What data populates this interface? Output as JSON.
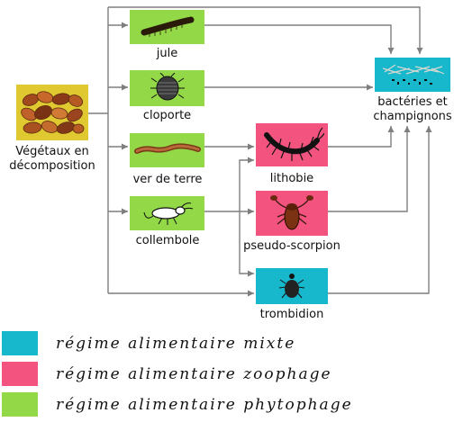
{
  "colors": {
    "mixte": "#17b7cc",
    "zoophage": "#f2547f",
    "phytophage": "#93d847",
    "source": "#e0c830",
    "arrow": "#7f7f7f"
  },
  "nodes": {
    "vegetaux": {
      "label_line1": "Végétaux en",
      "label_line2": "décomposition",
      "icon": "dead-leaves-icon"
    },
    "jule": {
      "label": "jule",
      "icon": "millipede-icon"
    },
    "cloporte": {
      "label": "cloporte",
      "icon": "woodlouse-icon"
    },
    "ver": {
      "label": "ver de terre",
      "icon": "earthworm-icon"
    },
    "collembole": {
      "label": "collembole",
      "icon": "springtail-icon"
    },
    "lithobie": {
      "label": "lithobie",
      "icon": "centipede-icon"
    },
    "pseudo": {
      "label": "pseudo-scorpion",
      "icon": "pseudoscorpion-icon"
    },
    "trombidion": {
      "label": "trombidion",
      "icon": "mite-icon"
    },
    "bacteries": {
      "label_line1": "bactéries et",
      "label_line2": "champignons",
      "icon": "bacteria-fungi-icon"
    }
  },
  "legend": [
    {
      "label": "régime alimentaire mixte",
      "color_key": "mixte"
    },
    {
      "label": "régime alimentaire zoophage",
      "color_key": "zoophage"
    },
    {
      "label": "régime alimentaire phytophage",
      "color_key": "phytophage"
    }
  ]
}
